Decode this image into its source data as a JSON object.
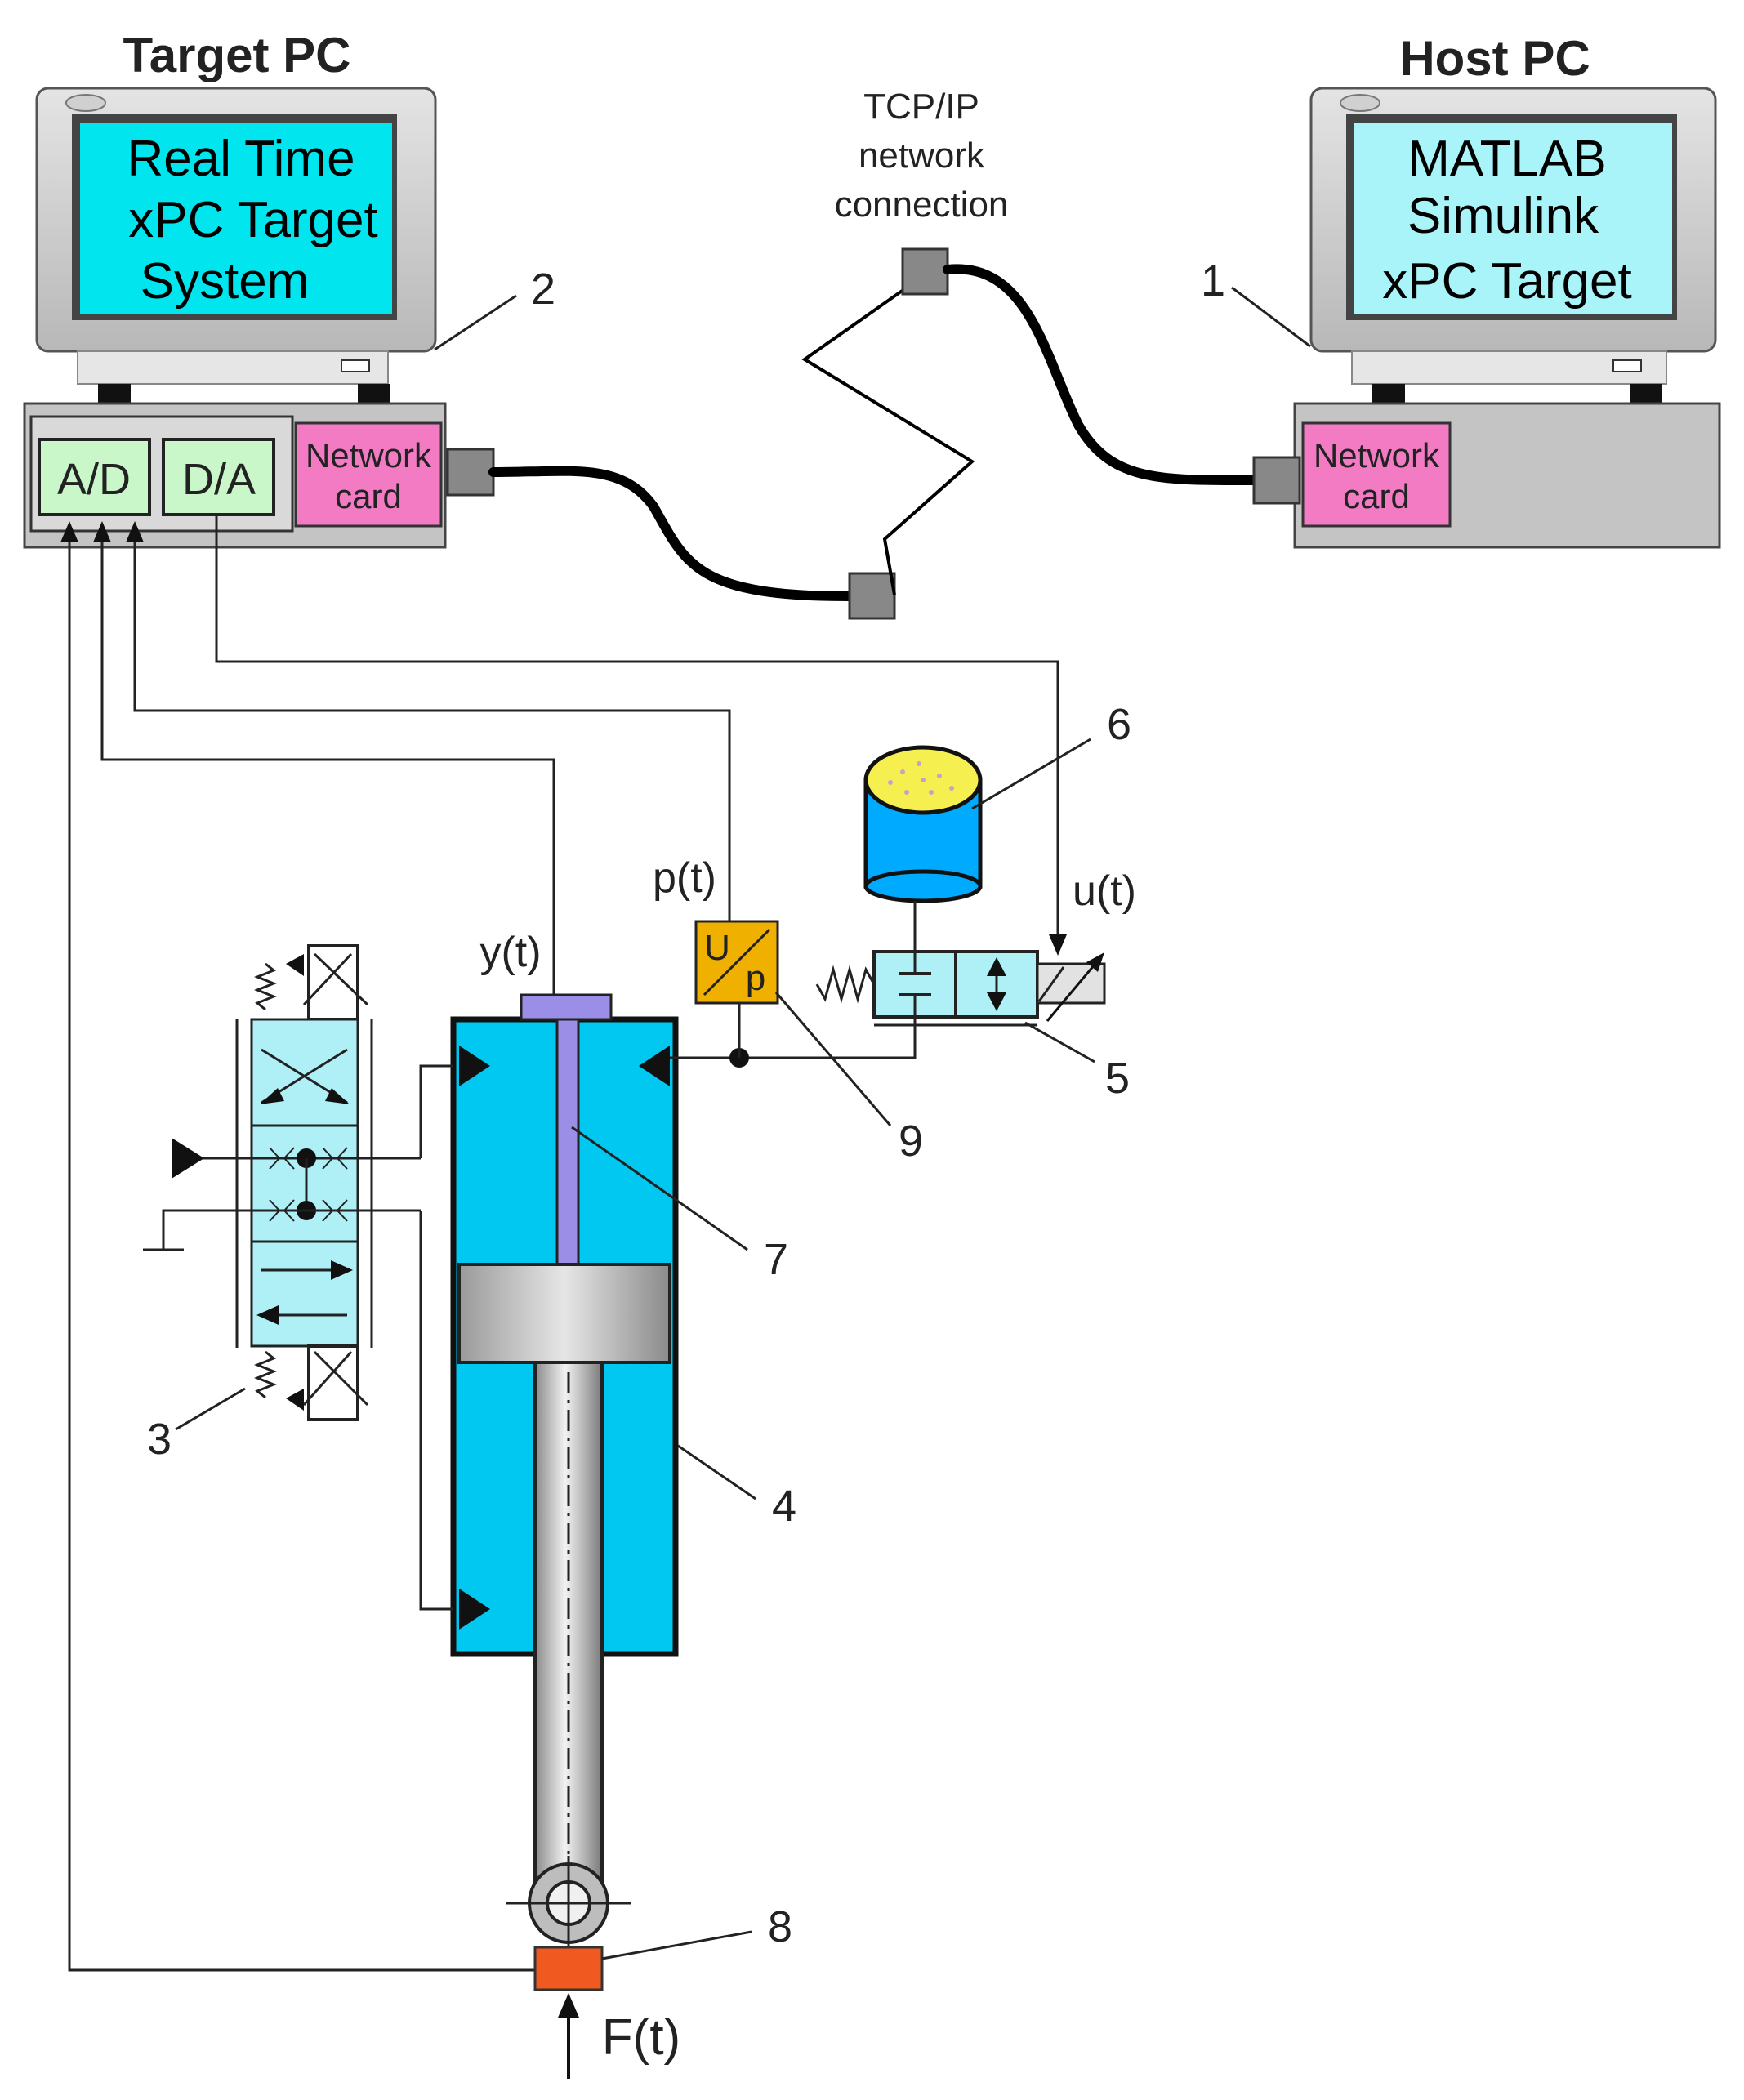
{
  "target_pc": {
    "title": "Target PC",
    "screen_lines": [
      "Real Time",
      "xPC Target",
      "System"
    ],
    "card_ad": "A/D",
    "card_da": "D/A",
    "network_card_lines": [
      "Network",
      "card"
    ],
    "callout": "2"
  },
  "host_pc": {
    "title": "Host PC",
    "screen_lines": [
      "MATLAB",
      "Simulink",
      "xPC Target"
    ],
    "network_card_lines": [
      "Network",
      "card"
    ],
    "callout": "1"
  },
  "network": {
    "label_lines": [
      "TCP/IP",
      "network",
      "connection"
    ]
  },
  "signals": {
    "pressure": "p(t)",
    "displacement": "y(t)",
    "control": "u(t)",
    "force": "F(t)"
  },
  "transducer": {
    "top": "U",
    "bottom": "p"
  },
  "callouts": [
    "3",
    "4",
    "5",
    "6",
    "7",
    "8",
    "9"
  ],
  "colors": {
    "screen_target": "#00e5ee",
    "screen_host": "#a8f4f8",
    "network_card": "#f27bc4",
    "ad_da_card": "#c9f7c9",
    "cylinder": "#00c8f0",
    "valve": "#aef0f6",
    "transducer": "#f0b000",
    "force_sensor": "#f05a20",
    "accumulator_top": "#f5f050",
    "accumulator_body": "#00aaff",
    "rod_sensor": "#9b8ee6"
  }
}
